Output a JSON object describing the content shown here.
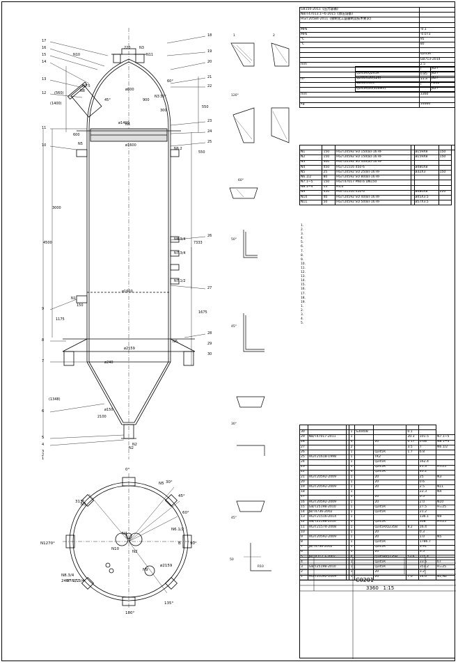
{
  "labels": {
    "main_dims": [
      "N10",
      "220",
      "N3",
      "N11",
      "N7.5",
      "N8",
      "N3",
      "N2",
      "N1",
      "N5",
      "N6.2",
      "N4",
      "N8.3/4",
      "N7.3/4",
      "N7.1/2",
      "N6.",
      "N2",
      "ø1400",
      "ø1600",
      "ø2159",
      "ø240",
      "ø1600",
      "(560)",
      "(1348)",
      "4500",
      "3000",
      "1175",
      "7333",
      "900",
      "300",
      "550",
      "600",
      "550",
      "1675",
      "(1400)",
      "150",
      "2100",
      "ø150",
      "ø800",
      "30°",
      "45°",
      "60°"
    ],
    "callouts": [
      "17",
      "16",
      "15",
      "14",
      "13",
      "12",
      "11",
      "10",
      "9",
      "8",
      "7",
      "6",
      "5",
      "4",
      "3",
      "2",
      "1",
      "18",
      "19",
      "20",
      "21",
      "22",
      "23",
      "24",
      "25",
      "26",
      "27",
      "28",
      "29",
      "30"
    ],
    "plan": [
      "0°",
      "30°",
      "45°",
      "60°",
      "90°",
      "135°",
      "180°",
      "240° N7.3/4",
      "313°",
      "N5",
      "N3",
      "N6.1/2",
      "N4",
      "N2",
      "N10",
      "N8.3/4",
      "N7.1/2",
      "N9",
      "ø2159",
      "N1270°",
      "B"
    ]
  },
  "spec_header": "",
  "specs": [
    [
      "GB150-2011《压力容器》",
      ""
    ],
    [
      "NB/T47013.1~6-2015《承压设备》",
      ""
    ],
    [
      "HG/T20584-2011《钢制化工容器制造技术要求》",
      ""
    ],
    [
      "",
      ""
    ],
    [
      "MPa",
      "-0.1"
    ],
    [
      "MPa",
      "-0.073"
    ],
    [
      "℃",
      "95"
    ],
    [
      "℃",
      "80"
    ],
    [
      "",
      ""
    ],
    [
      "",
      "Q245R"
    ],
    [
      "",
      "GB713-2014"
    ],
    [
      "mm",
      "2.5"
    ],
    [
      "",
      "/"
    ],
    [
      "",
      "0.85"
    ],
    [
      "m³",
      "11.3"
    ],
    [
      "",
      "/"
    ],
    [
      "",
      ""
    ],
    [
      "mm",
      "3360"
    ],
    [
      "",
      ""
    ],
    [
      "kg",
      "14660"
    ]
  ],
  "weld_table": [
    [
      "",
      "J427"
    ],
    [
      "Q245R/Q245R",
      "J427"
    ],
    [
      "Q245R/20(S20)",
      "J427"
    ],
    [
      "Q245R/304",
      "A302"
    ],
    [
      "Q245R/20(S16Mn)",
      "J427"
    ]
  ],
  "nozzles_header": [
    "",
    "",
    "",
    "",
    "",
    "",
    ""
  ],
  "nozzles": [
    [
      "N1",
      "150",
      "HG/T20592 SO 150(B)-16 RF",
      "",
      "ø159X8",
      "150"
    ],
    [
      "N2",
      "150",
      "HG/T20592 SO 150(B)-16 RF",
      "",
      "ø159X8",
      "150"
    ],
    [
      "N3",
      "400",
      "HG/T20592 SO 400(B)-16 RF",
      "",
      "",
      ""
    ],
    [
      "N4",
      "450",
      "HG/T21516 450-6",
      "",
      "ø480X8",
      ""
    ],
    [
      "N5",
      "25",
      "HG/T20592 SO 25(B)-16 RF",
      "",
      "ø32X3",
      "150"
    ],
    [
      "N6.1/2",
      "80",
      "HG/T20592 SO 80(B)-16 RF",
      "",
      "",
      ""
    ],
    [
      "N7.1~5",
      "150",
      "HG/T47017 PN0.6 DN150",
      "",
      "",
      ""
    ],
    [
      "N8.1~4",
      "15",
      "R1/2\"",
      "",
      "",
      ""
    ],
    [
      "N9",
      "450",
      "HG/T21516 450-6",
      "",
      "ø480X8",
      "220"
    ],
    [
      "N10",
      "40",
      "HG/T20592 SO 40(B)-16 RF",
      "",
      "ø45X3.5",
      ""
    ],
    [
      "N11",
      "50",
      "HG/T20592 SO 50(B)-16 RF",
      "",
      "ø57X3.5",
      ""
    ]
  ],
  "tech_notes": [
    "1.",
    "2.",
    "3.",
    "4.",
    "5.",
    "6.",
    "7.",
    "8.",
    "9.",
    "10.",
    "11.",
    "12.",
    "13.",
    "14.",
    "15.",
    "16.",
    "17.",
    "18.",
    "19.",
    "",
    "1.",
    "2.",
    "3.",
    "4.",
    "5."
  ],
  "parts_list": [
    [
      "30",
      "",
      "",
      "1",
      "S30408",
      "",
      "0.1",
      ""
    ],
    [
      "29",
      "NB/T47017-2011",
      "",
      "1",
      "",
      "",
      "20.3",
      "101.5",
      "N7.1~5"
    ],
    [
      "28",
      "",
      "",
      "4",
      "",
      "20",
      "0.17",
      "0.68",
      "N8.1~4"
    ],
    [
      "27",
      "",
      "",
      "2",
      "",
      "",
      "3.5",
      "7",
      "N6.1/2"
    ],
    [
      "26",
      "",
      "",
      "1",
      "",
      "Q245R",
      "1.7",
      "6.8",
      ""
    ],
    [
      "25",
      "HG/T21618-1998",
      "",
      "1",
      "",
      "TK2",
      "",
      ""
    ],
    [
      "24",
      "",
      "",
      "1",
      "",
      "Q245R",
      "",
      "162.4",
      ""
    ],
    [
      "23",
      "",
      "",
      "1",
      "",
      "Q245R",
      "",
      "21.3",
      "H=25"
    ],
    [
      "22",
      "",
      "",
      "4",
      "",
      "Q245R",
      "",
      "40.2",
      ""
    ],
    [
      "21",
      "HG/T20592-2009",
      "",
      "1",
      "",
      "20",
      "",
      "25",
      "N3"
    ],
    [
      "20",
      "",
      "",
      "1",
      "",
      "20",
      "",
      "0.6",
      ""
    ],
    [
      "19",
      "HG/T20592-2009",
      "",
      "1",
      "",
      "20",
      "",
      "2.5",
      "N11"
    ],
    [
      "18",
      "",
      "",
      "1",
      "",
      "",
      "",
      "22.3",
      "N4"
    ],
    [
      "17",
      "",
      "",
      "1",
      "",
      "20",
      "",
      "0.5",
      ""
    ],
    [
      "16",
      "HG/T20592-2009",
      "",
      "1",
      "",
      "20",
      "",
      "2.0",
      "N10"
    ],
    [
      "15",
      "GB/T25198-2010",
      "",
      "1",
      "",
      "Q245R",
      "",
      "27.5",
      "H=25"
    ],
    [
      "14",
      "JB/T4736-2002",
      "",
      "1",
      "",
      "Q245R",
      "",
      "21.2",
      ""
    ],
    [
      "13",
      "HG/T21516-2014",
      "",
      "1",
      "",
      "",
      "",
      "136.1",
      "N9"
    ],
    [
      "12",
      "GB/T25198-2010",
      "",
      "1",
      "",
      "Q245R",
      "",
      "308",
      "H=25"
    ],
    [
      "11",
      "HG/T21574-2008",
      "",
      "1",
      "",
      "Q245R/Q235B",
      "8.2",
      "16.4",
      ""
    ],
    [
      "10",
      "",
      "",
      "1",
      "",
      "20",
      "",
      "0.3",
      ""
    ],
    [
      "9",
      "HG/T20592-2009",
      "",
      "1",
      "",
      "20",
      "",
      "1.0",
      "N5"
    ],
    [
      "8",
      "",
      "",
      "1",
      "",
      "Q245R",
      "",
      "1786.7",
      ""
    ],
    [
      "7",
      "JB/T4736-2002",
      "",
      "1",
      "",
      "Q245R",
      "",
      "3.91",
      ""
    ],
    [
      "6",
      "",
      "",
      "1",
      "",
      "20",
      "",
      "3.5",
      ""
    ],
    [
      "5",
      "JB/T4712.3-2007",
      "",
      "4",
      "",
      "Q245R/Q235B",
      "53.6",
      "215.4",
      ""
    ],
    [
      "4",
      "",
      "",
      "1",
      "",
      "Q245R",
      "",
      "33.5",
      "67"
    ],
    [
      "3",
      "GB/T25198-2010",
      "",
      "1",
      "",
      "Q245R",
      "",
      "351.2",
      "H=25"
    ],
    [
      "2",
      "",
      "",
      "1",
      "",
      "20",
      "",
      "3.2",
      ""
    ],
    [
      "1",
      "HG/T20592-2009",
      "",
      "1",
      "",
      "20",
      "7.0",
      "14.0",
      "N1,N2"
    ]
  ],
  "parts_header": [
    "",
    "",
    "",
    "",
    "",
    "",
    "",
    ""
  ],
  "title_block": {
    "project": "",
    "stage": "",
    "scale_label": "1:15",
    "sheet_label": "",
    "sheet_total": "",
    "drawing_name": "",
    "drawing_no": "C0201",
    "dn": "3360",
    "stage2": ""
  }
}
